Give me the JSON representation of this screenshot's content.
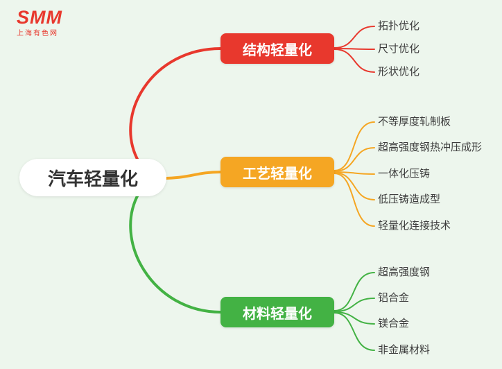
{
  "logo": {
    "brand": "SMM",
    "subtitle": "上海有色网",
    "color": "#e8382d"
  },
  "root": {
    "label": "汽车轻量化"
  },
  "branches": [
    {
      "label": "结构轻量化",
      "color": "#e8382d",
      "children": [
        "拓扑优化",
        "尺寸优化",
        "形状优化"
      ]
    },
    {
      "label": "工艺轻量化",
      "color": "#f5a623",
      "children": [
        "不等厚度轧制板",
        "超高强度钢热冲压成形",
        "一体化压铸",
        "低压铸造成型",
        "轻量化连接技术"
      ]
    },
    {
      "label": "材料轻量化",
      "color": "#43b244",
      "children": [
        "超高强度钢",
        "铝合金",
        "镁合金",
        "非金属材料"
      ]
    }
  ],
  "background_color": "#edf6ed"
}
